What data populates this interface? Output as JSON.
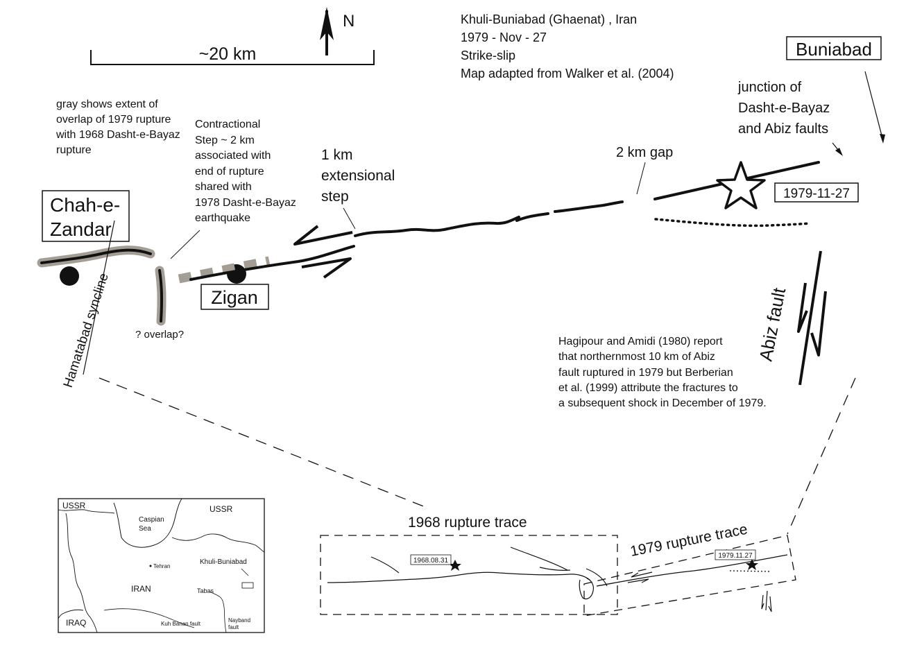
{
  "header": {
    "title_lines": [
      "Khuli-Buniabad (Ghaenat) , Iran",
      "1979 - Nov - 27",
      "Strike-slip",
      "Map adapted from Walker et al. (2004)"
    ]
  },
  "scale": {
    "label": "~20 km"
  },
  "north": {
    "label": "N"
  },
  "places": {
    "buniabad": "Buniabad",
    "chah_line1": "Chah-e-",
    "chah_line2": "Zandar",
    "zigan": "Zigan",
    "date_box": "1979-11-27"
  },
  "annotations": {
    "gray_note": [
      "gray shows extent of",
      "overlap of 1979 rupture",
      "with 1968 Dasht-e-Bayaz",
      "rupture"
    ],
    "contractional": [
      "Contractional",
      "Step ~ 2 km",
      "associated with",
      "end of rupture",
      "shared with",
      "1978 Dasht-e-Bayaz",
      "earthquake"
    ],
    "extensional": [
      "1 km",
      "extensional",
      "step"
    ],
    "gap": "2 km gap",
    "junction": [
      "junction of",
      "Dasht-e-Bayaz",
      "and Abiz faults"
    ],
    "overlap_q": "? overlap?",
    "syncline": "Hamatabad syncline",
    "abiz_fault": "Abiz fault",
    "hagipour": [
      "Hagipour and Amidi (1980) report",
      "that northernmost 10 km of Abiz",
      "fault ruptured in 1979 but Berberian",
      "et al. (1999) attribute the fractures to",
      "a subsequent shock in December of 1979."
    ]
  },
  "inset_traces": {
    "label_1968": "1968 rupture trace",
    "label_1979": "1979 rupture trace",
    "date_1968": "1968.08.31",
    "date_1979": "1979.11.27"
  },
  "locator_map": {
    "ussr_left": "USSR",
    "ussr_right": "USSR",
    "caspian_line1": "Caspian",
    "caspian_line2": "Sea",
    "tehran": "Tehran",
    "khuli": "Khuli-Buniabad",
    "iran": "IRAN",
    "tabas": "Tabas",
    "iraq": "IRAQ",
    "kuh_banan": "Kuh Banan fault",
    "nayband_line1": "Nayband",
    "nayband_line2": "fault"
  },
  "colors": {
    "ink": "#111111",
    "overlap_gray": "#a39d93"
  }
}
